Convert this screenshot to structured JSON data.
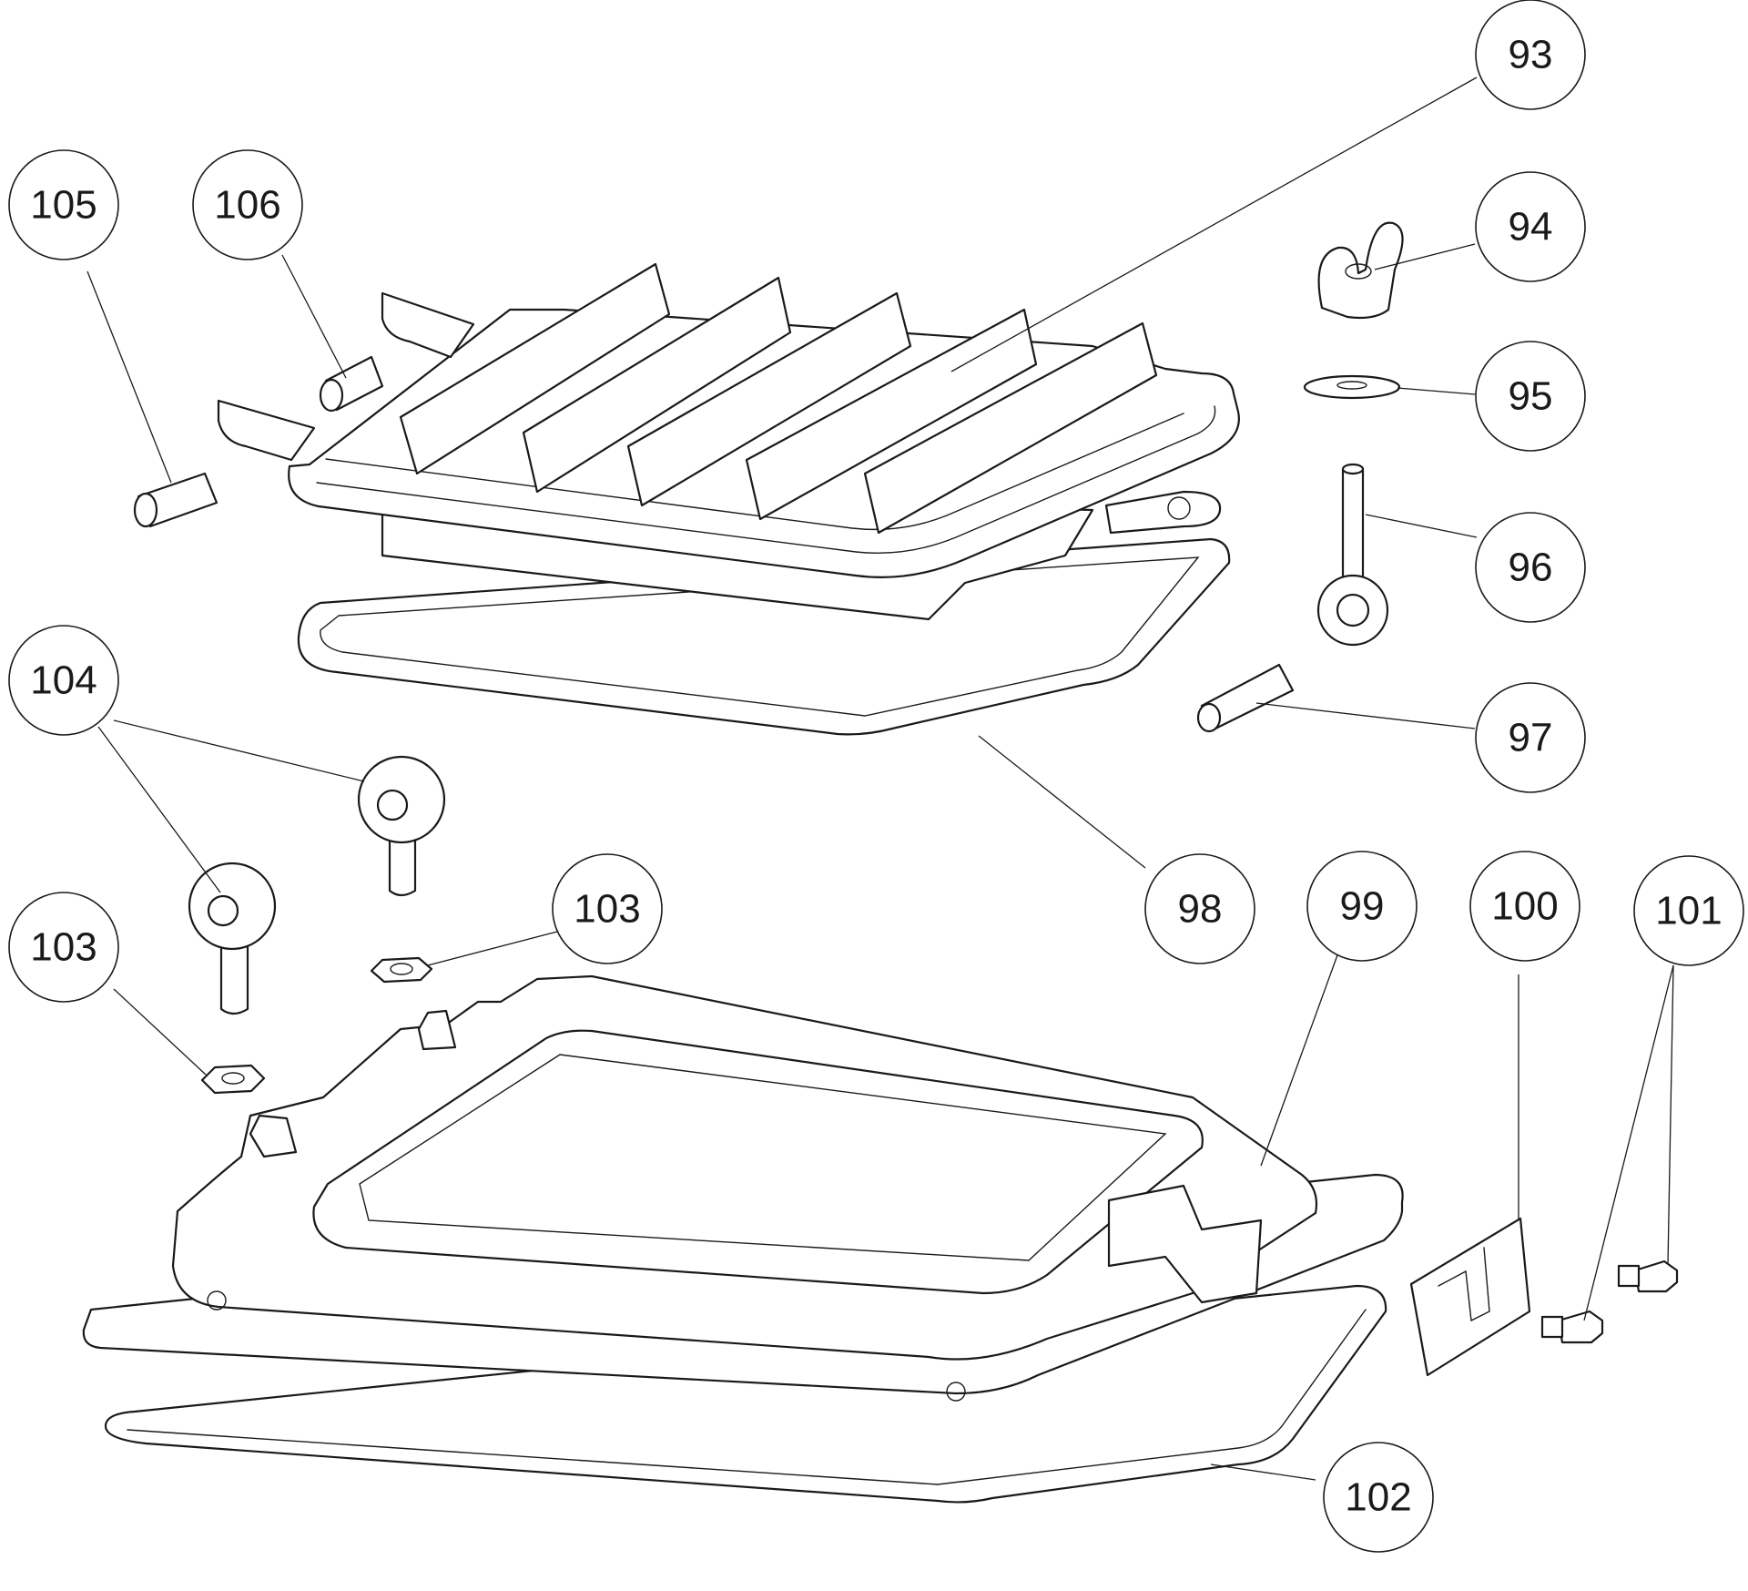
{
  "callouts": [
    {
      "id": "c93",
      "text": "93"
    },
    {
      "id": "c94",
      "text": "94"
    },
    {
      "id": "c95",
      "text": "95"
    },
    {
      "id": "c96",
      "text": "96"
    },
    {
      "id": "c97",
      "text": "97"
    },
    {
      "id": "c98",
      "text": "98"
    },
    {
      "id": "c99",
      "text": "99"
    },
    {
      "id": "c100",
      "text": "100"
    },
    {
      "id": "c101",
      "text": "101"
    },
    {
      "id": "c102",
      "text": "102"
    },
    {
      "id": "c103a",
      "text": "103"
    },
    {
      "id": "c103b",
      "text": "103"
    },
    {
      "id": "c104",
      "text": "104"
    },
    {
      "id": "c105",
      "text": "105"
    },
    {
      "id": "c106",
      "text": "106"
    }
  ]
}
